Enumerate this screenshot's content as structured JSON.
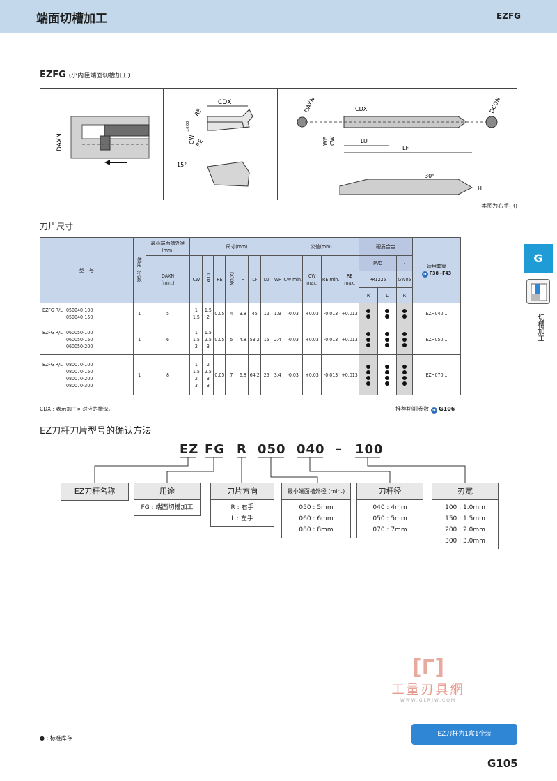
{
  "header": {
    "title": "端面切槽加工",
    "code": "EZFG"
  },
  "section": {
    "code": "EZFG",
    "subtitle": "(小内径端面切槽加工)"
  },
  "diagram": {
    "labels": {
      "daxn": "DAXN",
      "cdx": "CDX",
      "re": "RE",
      "cw": "CW",
      "cw_tol": "±0.03",
      "angle15": "15°",
      "daxn2": "DAXN",
      "wf": "WF",
      "lu": "LU",
      "lf": "LF",
      "dcon": "DCON",
      "angle30": "30°",
      "h": "H"
    },
    "note": "本图为右手(R)"
  },
  "table": {
    "title": "刀片尺寸",
    "headers": {
      "model": "型　号",
      "edges": "使用刀尖数",
      "min_dia": "最小端面槽外径(mm)",
      "daxn": "DAXN",
      "daxn_sub": "(min.)",
      "dims": "尺寸(mm)",
      "tol": "公差(mm)",
      "grade_group": "硬质合金",
      "pvd": "PVD",
      "dash": "-",
      "pr": "PR1225",
      "gw": "GW05",
      "r": "R",
      "l": "L",
      "suit": "适用套筒",
      "suit_ref": "F38~F43",
      "cols": [
        "CW",
        "CDX",
        "RE",
        "DCON",
        "H",
        "LF",
        "LU",
        "WF"
      ],
      "tol_cols": [
        "CW min.",
        "CW max.",
        "RE min.",
        "RE max."
      ]
    },
    "rows": [
      {
        "prefix": "EZFG R/L",
        "models": [
          "050040-100",
          "050040-150"
        ],
        "edges": "1",
        "daxn": "5",
        "cw": [
          "1",
          "1.5"
        ],
        "cdx": [
          "1.5",
          "2"
        ],
        "re": "0.05",
        "dcon": "4",
        "h": "3.8",
        "lf": "45",
        "lu": "12",
        "wf": "1.9",
        "cw_min": "-0.03",
        "cw_max": "+0.03",
        "re_min": "-0.013",
        "re_max": "+0.013",
        "holder": "EZH040..."
      },
      {
        "prefix": "EZFG R/L",
        "models": [
          "060050-100",
          "060050-150",
          "060050-200"
        ],
        "edges": "1",
        "daxn": "6",
        "cw": [
          "1",
          "1.5",
          "2"
        ],
        "cdx": [
          "1.5",
          "2.5",
          "3"
        ],
        "re": "0.05",
        "dcon": "5",
        "h": "4.8",
        "lf": "53.2",
        "lu": "15",
        "wf": "2.4",
        "cw_min": "-0.03",
        "cw_max": "+0.03",
        "re_min": "-0.013",
        "re_max": "+0.013",
        "holder": "EZH050..."
      },
      {
        "prefix": "EZFG R/L",
        "models": [
          "080070-100",
          "080070-150",
          "080070-200",
          "080070-300"
        ],
        "edges": "1",
        "daxn": "8",
        "cw": [
          "1",
          "1.5",
          "2",
          "3"
        ],
        "cdx": [
          "2",
          "2.5",
          "3",
          "3"
        ],
        "re": "0.05",
        "dcon": "7",
        "h": "6.8",
        "lf": "64.2",
        "lu": "25",
        "wf": "3.4",
        "cw_min": "-0.03",
        "cw_max": "+0.03",
        "re_min": "-0.013",
        "re_max": "+0.013",
        "holder": "EZH070..."
      }
    ],
    "cdx_note": "CDX : 表示加工可对应的槽深。",
    "ref_note": "推荐切削参数",
    "ref_page": "G106"
  },
  "code_guide": {
    "title": "EZ刀杆刀片型号的确认方法",
    "parts": [
      "EZ",
      "FG",
      "R",
      "050",
      "040",
      "–",
      "100"
    ],
    "boxes": [
      {
        "head": "EZ刀杆名称",
        "lines": []
      },
      {
        "head": "用途",
        "lines": [
          "FG : 端面切槽加工"
        ]
      },
      {
        "head": "刀片方向",
        "lines": [
          "R : 右手",
          "L : 左手"
        ]
      },
      {
        "head": "最小端面槽外径 (min.)",
        "lines": [
          "050 : 5mm",
          "060 : 6mm",
          "080 : 8mm"
        ]
      },
      {
        "head": "刀杆径",
        "lines": [
          "040 : 4mm",
          "050 : 5mm",
          "070 : 7mm"
        ]
      },
      {
        "head": "刃宽",
        "lines": [
          "100 : 1.0mm",
          "150 : 1.5mm",
          "200 : 2.0mm",
          "300 : 3.0mm"
        ]
      }
    ]
  },
  "side": {
    "tab": "G",
    "label": "切槽加工"
  },
  "watermark": {
    "name": "工量刃具網",
    "url": "WWW.GLRJW.COM"
  },
  "footer": {
    "std_note": "● : 标准库存",
    "stock": "EZ刀杆为1盒1个装",
    "page": "G105"
  }
}
